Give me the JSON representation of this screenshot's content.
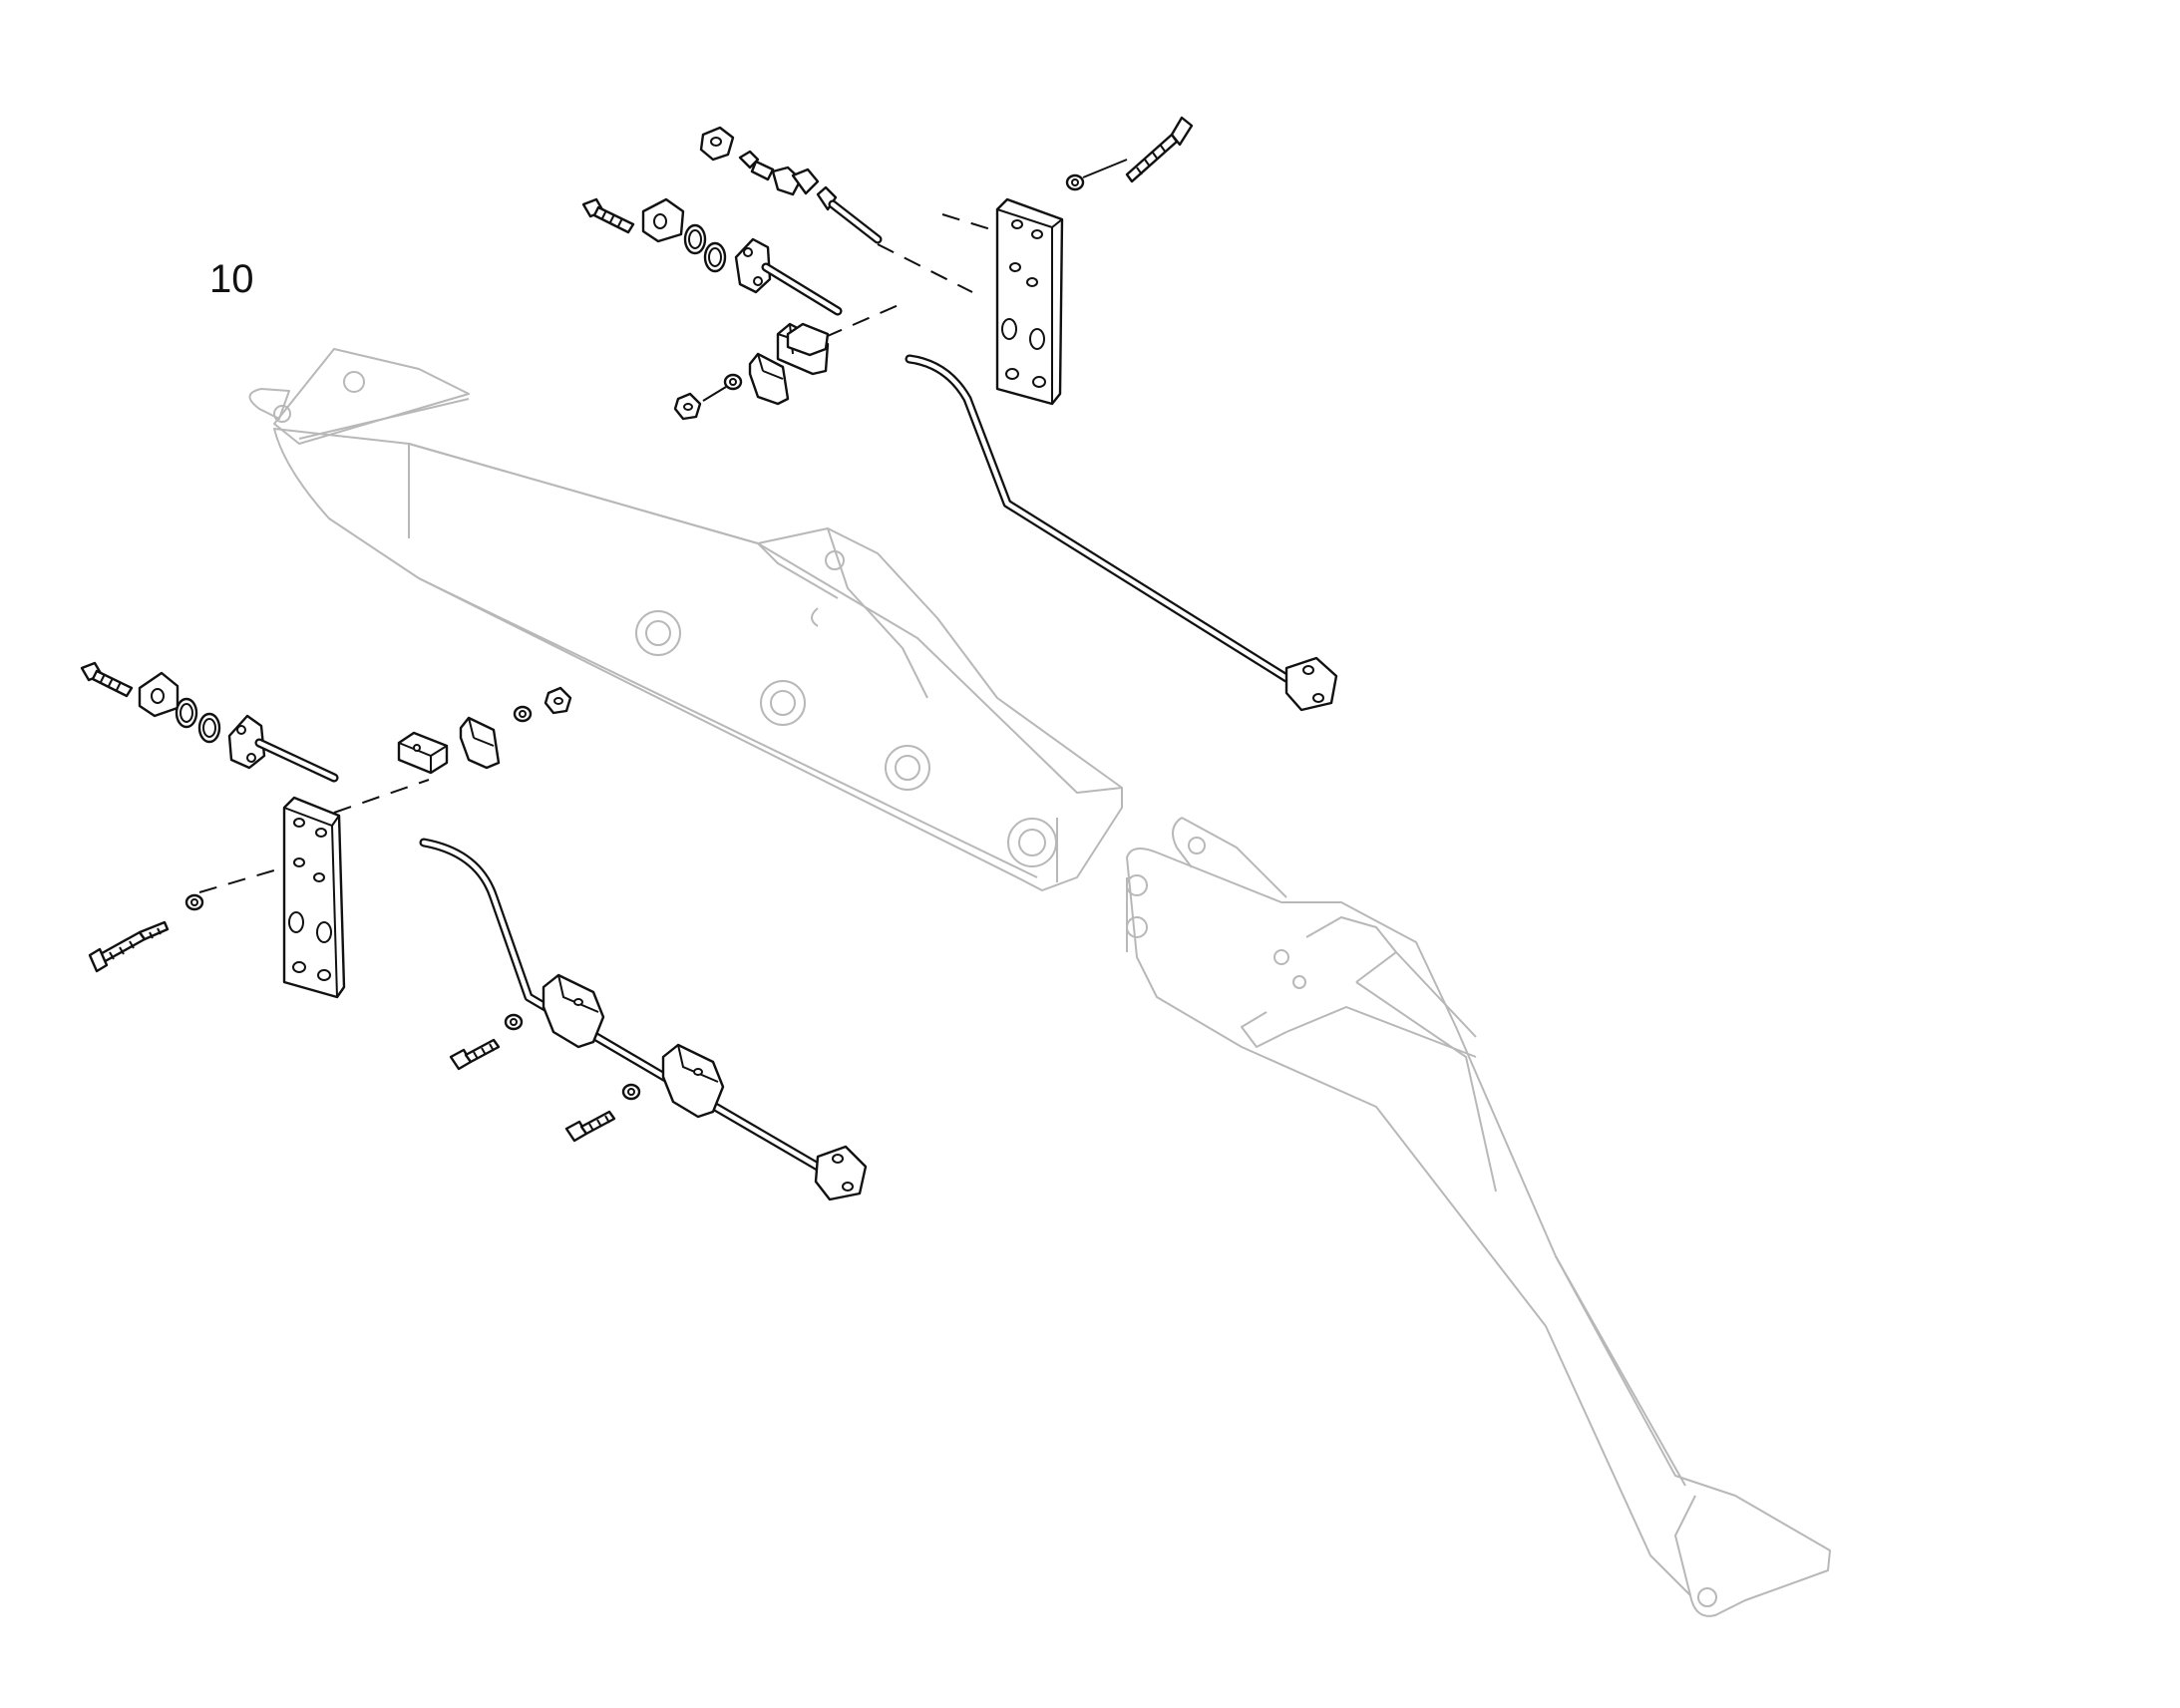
{
  "figure": {
    "label": "10"
  },
  "colors": {
    "line": "#111111",
    "ghost": "#b8b8b8",
    "background": "#ffffff"
  },
  "parts": {
    "boom": "boom-outline",
    "arm": "arm-outline",
    "pipes": [
      "upper-hydraulic-pipe",
      "lower-hydraulic-pipe"
    ],
    "plates": [
      "upper-mounting-plate",
      "lower-mounting-plate"
    ],
    "clamps": [
      "upper-pipe-clamp",
      "lower-pipe-clamp-1",
      "lower-pipe-clamp-2",
      "lower-left-clamp"
    ]
  }
}
